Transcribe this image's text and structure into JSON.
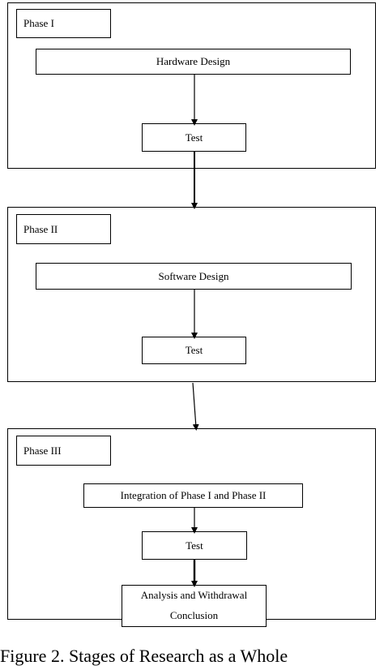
{
  "phases": [
    {
      "label": "Phase I",
      "steps": [
        "Hardware Design",
        "Test"
      ]
    },
    {
      "label": "Phase II",
      "steps": [
        "Software Design",
        "Test"
      ]
    },
    {
      "label": "Phase III",
      "steps": [
        "Integration of Phase I and Phase II",
        "Test"
      ],
      "final_step": [
        "Analysis and Withdrawal",
        "Conclusion"
      ]
    }
  ],
  "caption": "Figure 2. Stages of Research as a Whole",
  "colors": {
    "stroke": "#000000",
    "background": "#ffffff"
  }
}
